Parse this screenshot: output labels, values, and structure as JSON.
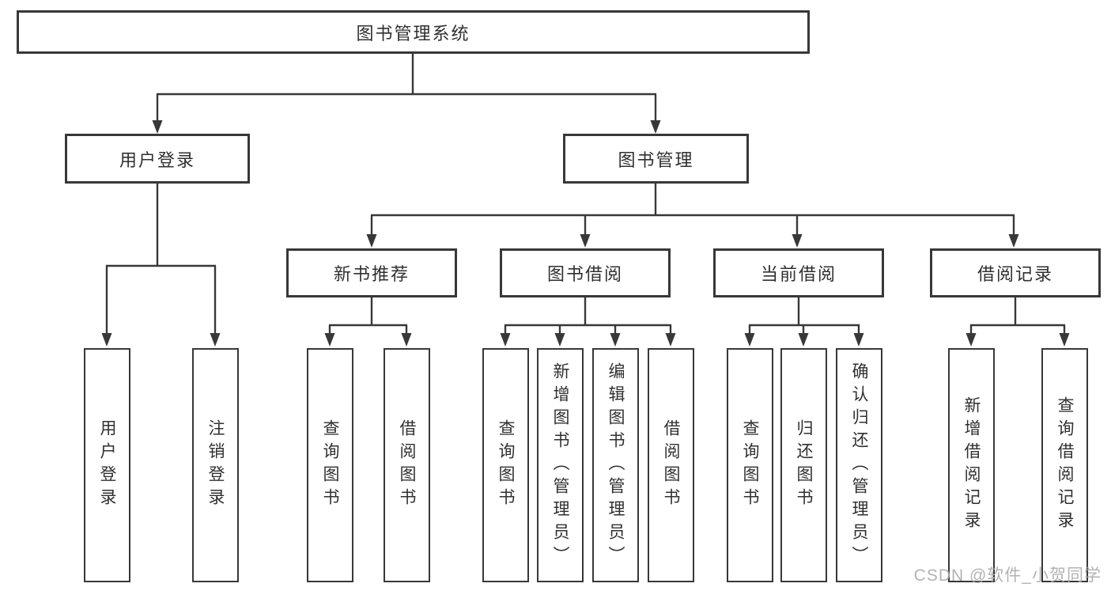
{
  "tree": {
    "root": {
      "label": "图书管理系统",
      "children": [
        {
          "label": "用户登录",
          "children": [
            {
              "label": "用户登录"
            },
            {
              "label": "注销登录"
            }
          ]
        },
        {
          "label": "图书管理",
          "children": [
            {
              "label": "新书推荐",
              "children": [
                {
                  "label": "查询图书"
                },
                {
                  "label": "借阅图书"
                }
              ]
            },
            {
              "label": "图书借阅",
              "children": [
                {
                  "label": "查询图书"
                },
                {
                  "label": "新增图书（管理员）"
                },
                {
                  "label": "编辑图书（管理员）"
                },
                {
                  "label": "借阅图书"
                }
              ]
            },
            {
              "label": "当前借阅",
              "children": [
                {
                  "label": "查询图书"
                },
                {
                  "label": "归还图书"
                },
                {
                  "label": "确认归还（管理员）"
                }
              ]
            },
            {
              "label": "借阅记录",
              "children": [
                {
                  "label": "新增借阅记录"
                },
                {
                  "label": "查询借阅记录"
                }
              ]
            }
          ]
        }
      ]
    }
  },
  "watermark": {
    "text": "CSDN @软件_小贺同学"
  },
  "colors": {
    "line": "#383838",
    "box_border": "#383838",
    "text": "#303030",
    "watermark": "#a8a8a8",
    "background": "#ffffff"
  }
}
